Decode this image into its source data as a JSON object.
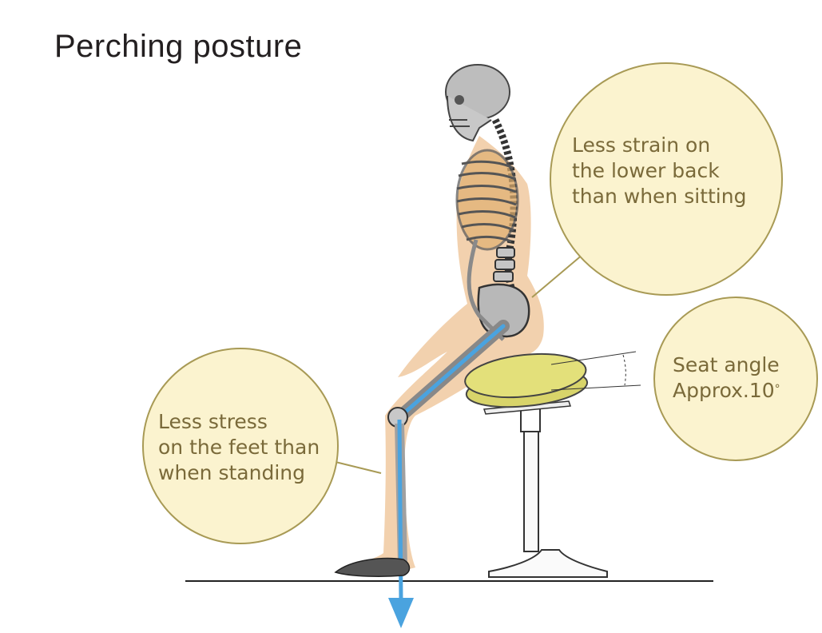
{
  "title": "Perching posture",
  "callouts": {
    "lower_back": {
      "lines": [
        "Less strain on",
        "the lower back",
        "than when sitting"
      ]
    },
    "feet": {
      "lines": [
        "Less stress",
        "on the feet than",
        "when standing"
      ]
    },
    "seat_angle": {
      "line1": "Seat angle",
      "line2_prefix": "Approx.10",
      "degree": "°"
    }
  },
  "colors": {
    "bubble_fill": "#fbf3cf",
    "bubble_stroke": "#a89a55",
    "text": "#7a6a3a",
    "skin": "#f0c9a0",
    "bone": "#b5b5b5",
    "leg_axis": "#4aa3df",
    "seat": "#e3e07a"
  }
}
